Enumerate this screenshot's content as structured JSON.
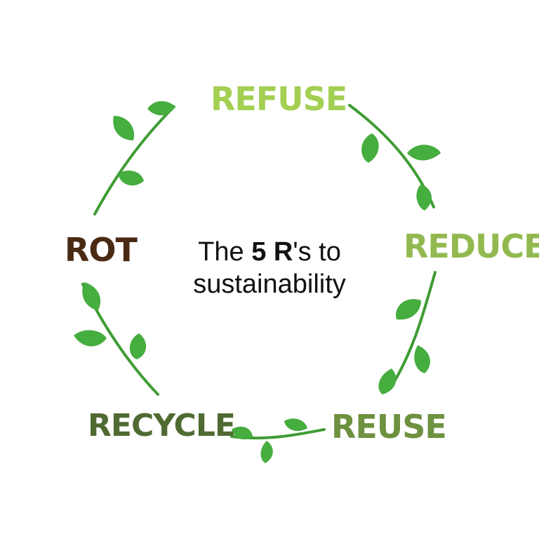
{
  "title": {
    "line1_pre": "The ",
    "line1_bold": "5 R",
    "line1_post": "'s to",
    "line2": "sustainability"
  },
  "cycle": [
    {
      "label": "REFUSE",
      "color": "#a3cf52"
    },
    {
      "label": "REDUCE",
      "color": "#92b94f"
    },
    {
      "label": "REUSE",
      "color": "#6e9140"
    },
    {
      "label": "RECYCLE",
      "color": "#4f6b32"
    },
    {
      "label": "ROT",
      "color": "#4a2a14"
    }
  ],
  "vine_color": "#46ad3f"
}
